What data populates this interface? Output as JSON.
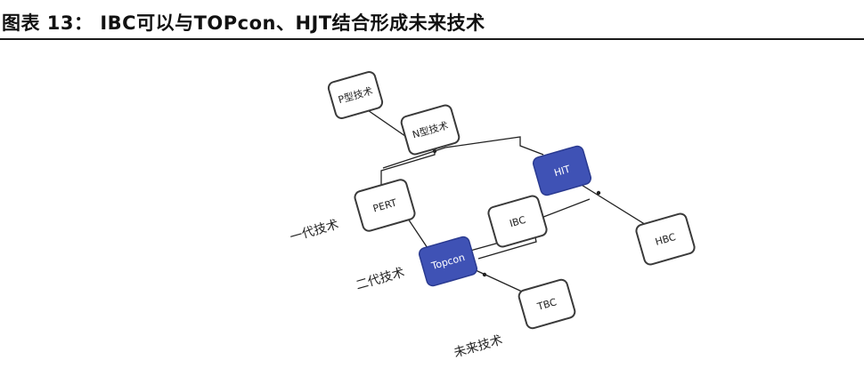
{
  "figure": {
    "title": "图表 13： IBC可以与TOPcon、HJT结合形成未来技术"
  },
  "diagram": {
    "colors": {
      "node_border": "#3a3a3a",
      "node_fill": "#ffffff",
      "highlight_fill": "#3f52b5",
      "highlight_text": "#ffffff",
      "line": "#222222"
    },
    "nodes": {
      "p_type": "P型技术",
      "n_type": "N型技术",
      "hit": "HIT",
      "pert": "PERT",
      "ibc": "IBC",
      "topcon": "Topcon",
      "hbc": "HBC",
      "tbc": "TBC"
    },
    "levels": {
      "first_gen": "一代技术",
      "second_gen": "二代技术",
      "future": "未来技术"
    }
  }
}
